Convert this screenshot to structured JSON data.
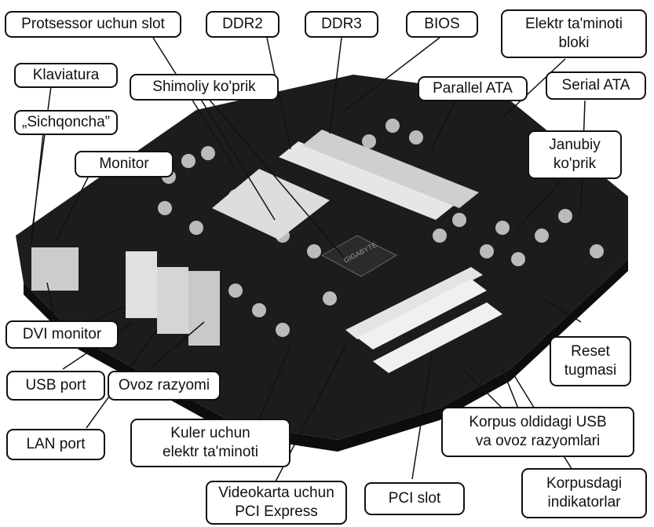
{
  "labels": {
    "cpu_slot": "Protsessor uchun slot",
    "ddr2": "DDR2",
    "ddr3": "DDR3",
    "bios": "BIOS",
    "power_block": [
      "Elektr ta'minoti",
      "bloki"
    ],
    "keyboard": "Klaviatura",
    "north_bridge": "Shimoliy ko'prik",
    "parallel_ata": "Parallel ATA",
    "serial_ata": "Serial ATA",
    "mouse": "„Sichqoncha”",
    "south_bridge": [
      "Janubiy",
      "ko'prik"
    ],
    "monitor": "Monitor",
    "dvi_monitor": "DVI monitor",
    "usb_port": "USB port",
    "audio_jack": "Ovoz razyomi",
    "reset": [
      "Reset",
      "tugmasi"
    ],
    "lan_port": "LAN port",
    "cooler_power": [
      "Kuler uchun",
      "elektr ta'minoti"
    ],
    "front_panel": [
      "Korpus oldidagi USB",
      "va ovoz razyomlari"
    ],
    "case_indicators": [
      "Korpusdagi",
      "indikatorlar"
    ],
    "pci_express": [
      "Videokarta uchun",
      "PCI Express"
    ],
    "pci_slot": "PCI slot"
  },
  "board_chip_text": "GIGABYTE",
  "colors": {
    "board": "#1a1a1a",
    "slot_white": "#e8e8e8",
    "line": "#111111"
  }
}
